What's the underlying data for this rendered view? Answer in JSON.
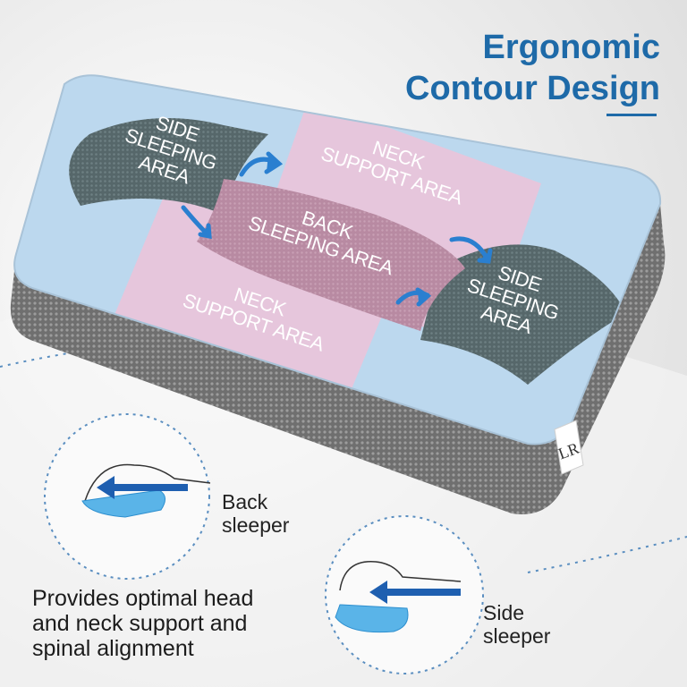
{
  "headline": {
    "line1": "Ergonomic",
    "line2": "Contour Design"
  },
  "zones": {
    "side_left": [
      "SIDE",
      "SLEEPING",
      "AREA"
    ],
    "side_right": [
      "SIDE",
      "SLEEPING",
      "AREA"
    ],
    "neck_top": [
      "NECK",
      "SUPPORT AREA"
    ],
    "neck_bottom": [
      "NECK",
      "SUPPORT AREA"
    ],
    "back": [
      "BACK",
      "SLEEPING AREA"
    ]
  },
  "tag_logo": "LR",
  "positions": {
    "back": {
      "line1": "Back",
      "line2": "sleeper"
    },
    "side": {
      "line1": "Side",
      "line2": "sleeper"
    }
  },
  "caption": {
    "line1": "Provides optimal head",
    "line2": "and neck support and",
    "line3": "spinal alignment"
  },
  "colors": {
    "accent_blue": "#1e6aa8",
    "pillow_blue": "#bcd8ee",
    "pillow_pink": "#e6c6dc",
    "mesh_gray": "#5b6b6e",
    "arrow_blue": "#2a7fd0"
  }
}
